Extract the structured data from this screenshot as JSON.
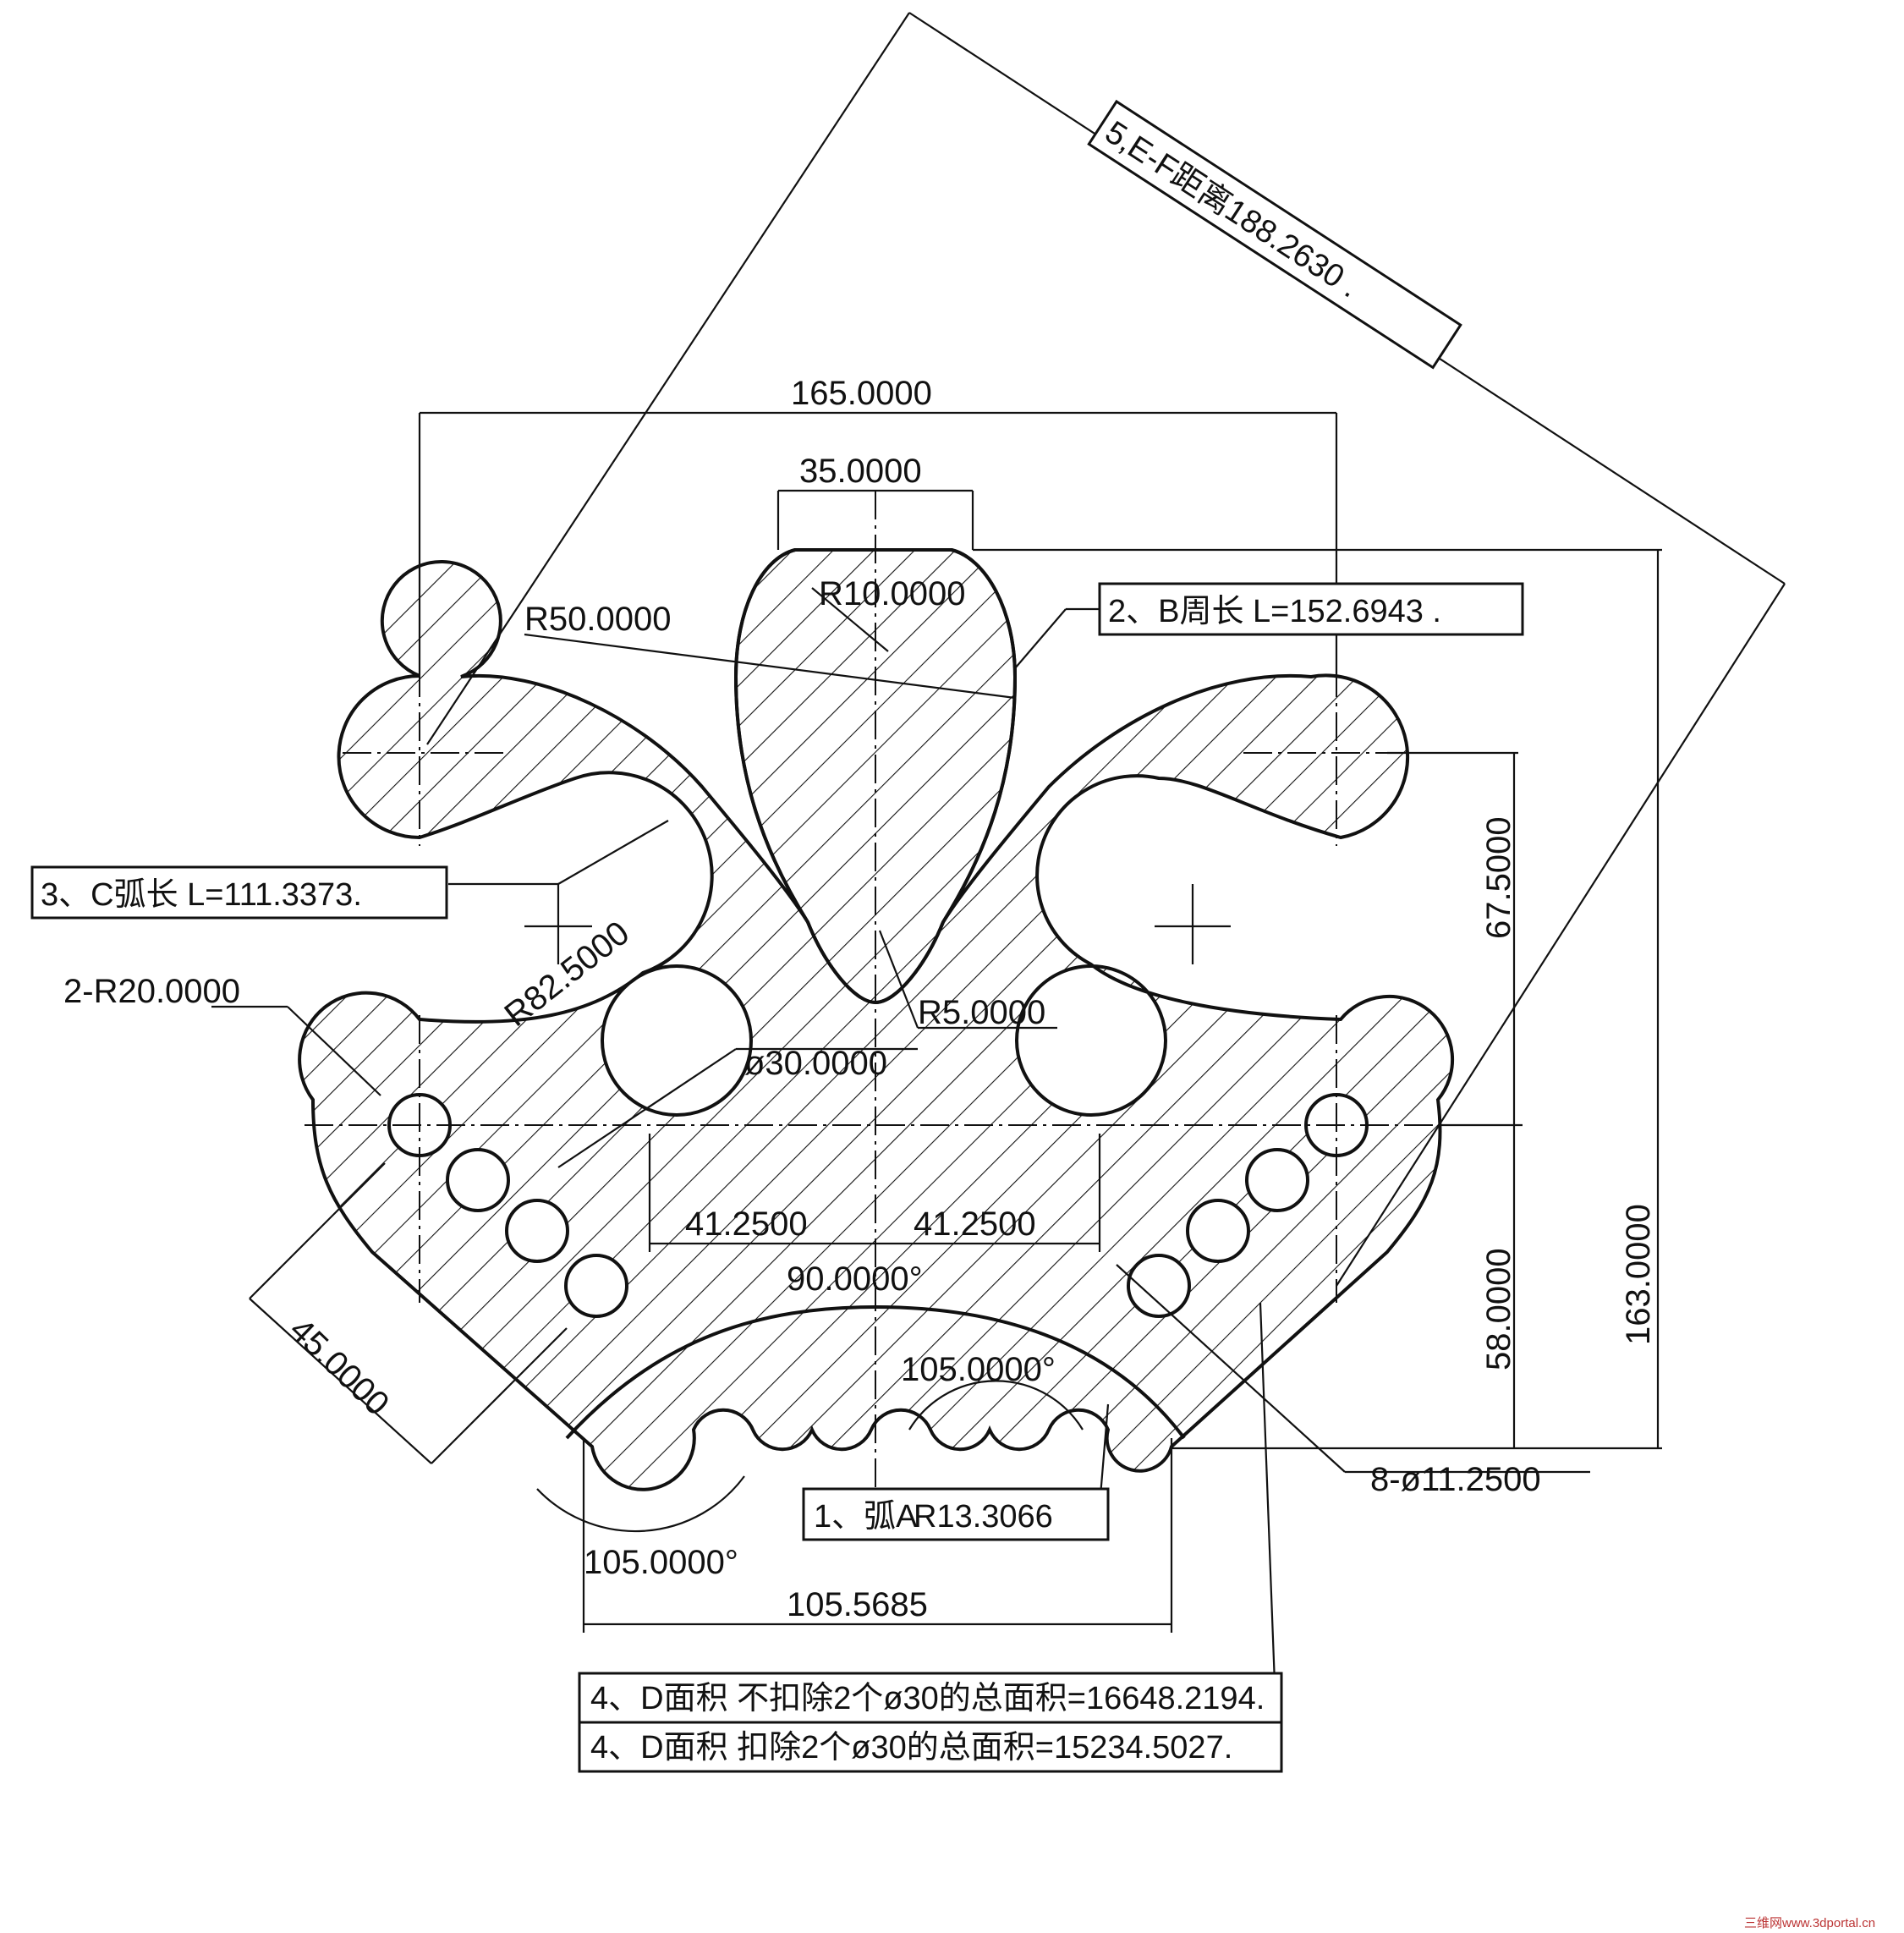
{
  "dimensions": {
    "overall_width": "165.0000",
    "top_width": "35.0000",
    "r_top": "R10.0000",
    "r50": "R50.0000",
    "r825": "R82.5000",
    "r20": "2-R20.0000",
    "r5": "R5.0000",
    "dia30": "ø30.0000",
    "left_offset": "41.2500",
    "right_offset": "41.2500",
    "angle_90": "90.0000°",
    "angle_105_inner": "105.0000°",
    "angle_105_outer": "105.0000°",
    "bottom_width": "105.5685",
    "slant_45": "45.0000",
    "h_675": "67.5000",
    "h_58": "58.0000",
    "h_163": "163.0000",
    "holes": "8-ø11.2500"
  },
  "annotations": {
    "arc_a": {
      "prefix": "1、弧A",
      "value": "R13.3066"
    },
    "perimeter_b": "2、B周长 L=152.6943 .",
    "arc_c": "3、C弧长  L=111.3373.",
    "area_d_full": "4、D面积  不扣除2个ø30的总面积=16648.2194.",
    "area_d_net": "4、D面积   扣除2个ø30的总面积=15234.5027.",
    "distance_ef": "5,E-F距离188.2630 ."
  },
  "watermark": "三维网www.3dportal.cn"
}
